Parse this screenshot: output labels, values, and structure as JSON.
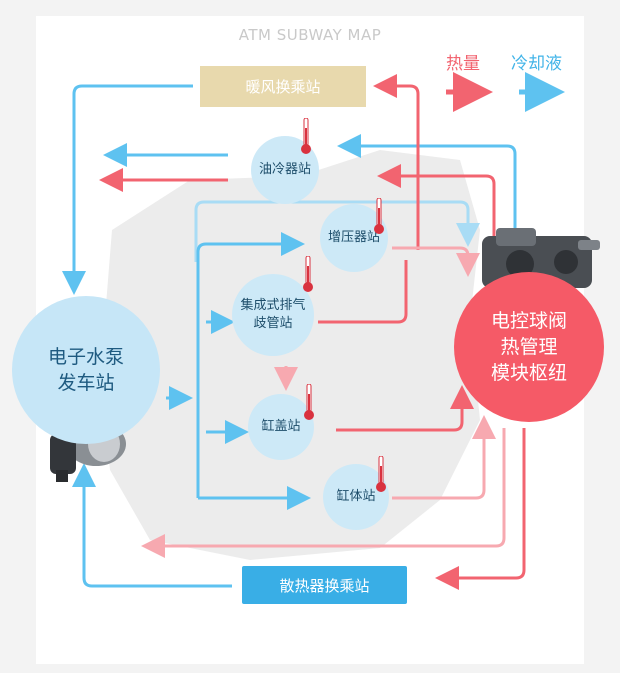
{
  "title": "ATM SUBWAY MAP",
  "legend": {
    "heat_label": "热量",
    "coolant_label": "冷却液"
  },
  "stations": {
    "heater_transfer": "暖风换乘站",
    "radiator_transfer": "散热器换乘站",
    "water_pump": [
      "电子水泵",
      "发车站"
    ],
    "control_module": [
      "电控球阀",
      "热管理",
      "模块枢纽"
    ],
    "oil_cooler": "油冷器站",
    "turbocharger": "增压器站",
    "exhaust_manifold": [
      "集成式排气",
      "歧管站"
    ],
    "cylinder_head": "缸盖站",
    "cylinder_block": "缸体站"
  },
  "colors": {
    "heat": "#f26470",
    "heat_light": "#f7a9b0",
    "coolant": "#5ec2f0",
    "coolant_light": "#a9dcf5",
    "heater_box": "#e8d9ad",
    "radiator_box": "#39aee6",
    "module": "#f55a67",
    "pump": "#c6e6f7",
    "node": "#cde9f7"
  },
  "icons": [
    "thermometer-icon",
    "water-pump-icon",
    "thermal-module-icon",
    "flow-arrow-icon"
  ]
}
